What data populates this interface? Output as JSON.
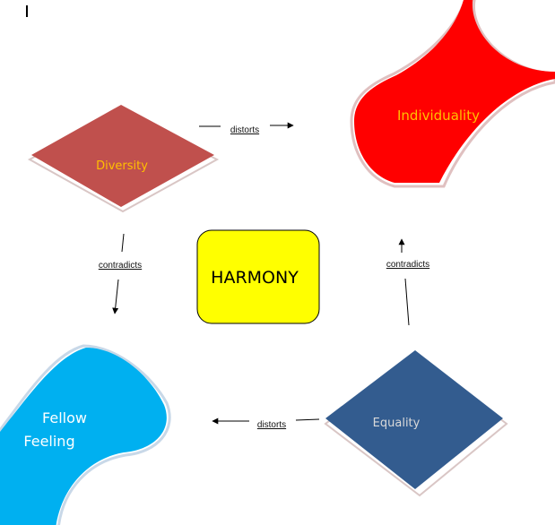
{
  "diagram": {
    "center": {
      "label": "HARMONY",
      "fill": "#ffff00"
    },
    "nodes": {
      "diversity": {
        "label": "Diversity",
        "fill": "#c0504d",
        "text_color": "#ffc000"
      },
      "individuality": {
        "label": "Individuality",
        "fill": "#ff0000",
        "text_color": "#ffc000"
      },
      "fellow_feeling": {
        "line1": "Fellow",
        "line2": "Feeling",
        "fill": "#00b0f0",
        "text_color": "#ffffff"
      },
      "equality": {
        "label": "Equality",
        "fill": "#335c8f",
        "text_color": "#d9d9d9"
      }
    },
    "edges": {
      "diversity_to_individuality": {
        "label": "distorts"
      },
      "diversity_to_fellow_feeling": {
        "label": "contradicts"
      },
      "equality_to_individuality": {
        "label": "contradicts"
      },
      "equality_to_fellow_feeling": {
        "label": "distorts"
      }
    }
  }
}
